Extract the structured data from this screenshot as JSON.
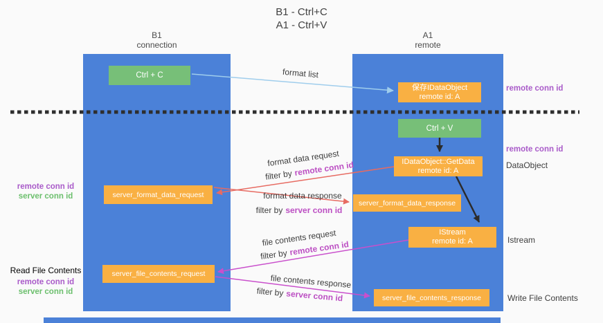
{
  "title": {
    "line1": "B1 - Ctrl+C",
    "line2": "A1 - Ctrl+V"
  },
  "lifelines": {
    "left": {
      "name": "B1",
      "role": "connection"
    },
    "right": {
      "name": "A1",
      "role": "remote"
    }
  },
  "boxes": {
    "ctrl_c": "Ctrl + C",
    "ctrl_v": "Ctrl + V",
    "save_idataobject": {
      "title": "保存IDataObject",
      "subtitle": "remote id: A"
    },
    "idataobject_getdata": {
      "title": "IDataObject::GetData",
      "subtitle": "remote id: A"
    },
    "istream": {
      "title": "IStream",
      "subtitle": "remote id: A"
    },
    "server_format_data_request": "server_format_data_request",
    "server_format_data_response": "server_format_data_response",
    "server_file_contents_request": "server_file_contents_request",
    "server_file_contents_response": "server_file_contents_response"
  },
  "arrow_labels": {
    "format_list": "format list",
    "format_data_request": "format data request",
    "format_data_response": "format data response",
    "file_contents_request": "file contents request",
    "file_contents_response": "file contents response",
    "filter_by": "filter by",
    "remote_conn_id": "remote conn id",
    "server_conn_id": "server conn id"
  },
  "side_labels": {
    "remote_conn_id": "remote conn id",
    "server_conn_id": "server conn id",
    "dataobject": "DataObject",
    "istream": "Istream",
    "read_file_contents": "Read File Contents",
    "write_file_contents": "Write File Contents"
  },
  "colors": {
    "lifeline_blue": "#4b81d8",
    "action_green": "#77bf78",
    "message_orange": "#f9b043",
    "purple_text": "#a95bc9",
    "magenta_text": "#bc4fc3",
    "green_text": "#6cbf6d",
    "arrow_lightblue": "#9fcdec",
    "arrow_red": "#e76b62",
    "arrow_magenta": "#c94fcc",
    "arrow_black": "#2b2b2b"
  }
}
